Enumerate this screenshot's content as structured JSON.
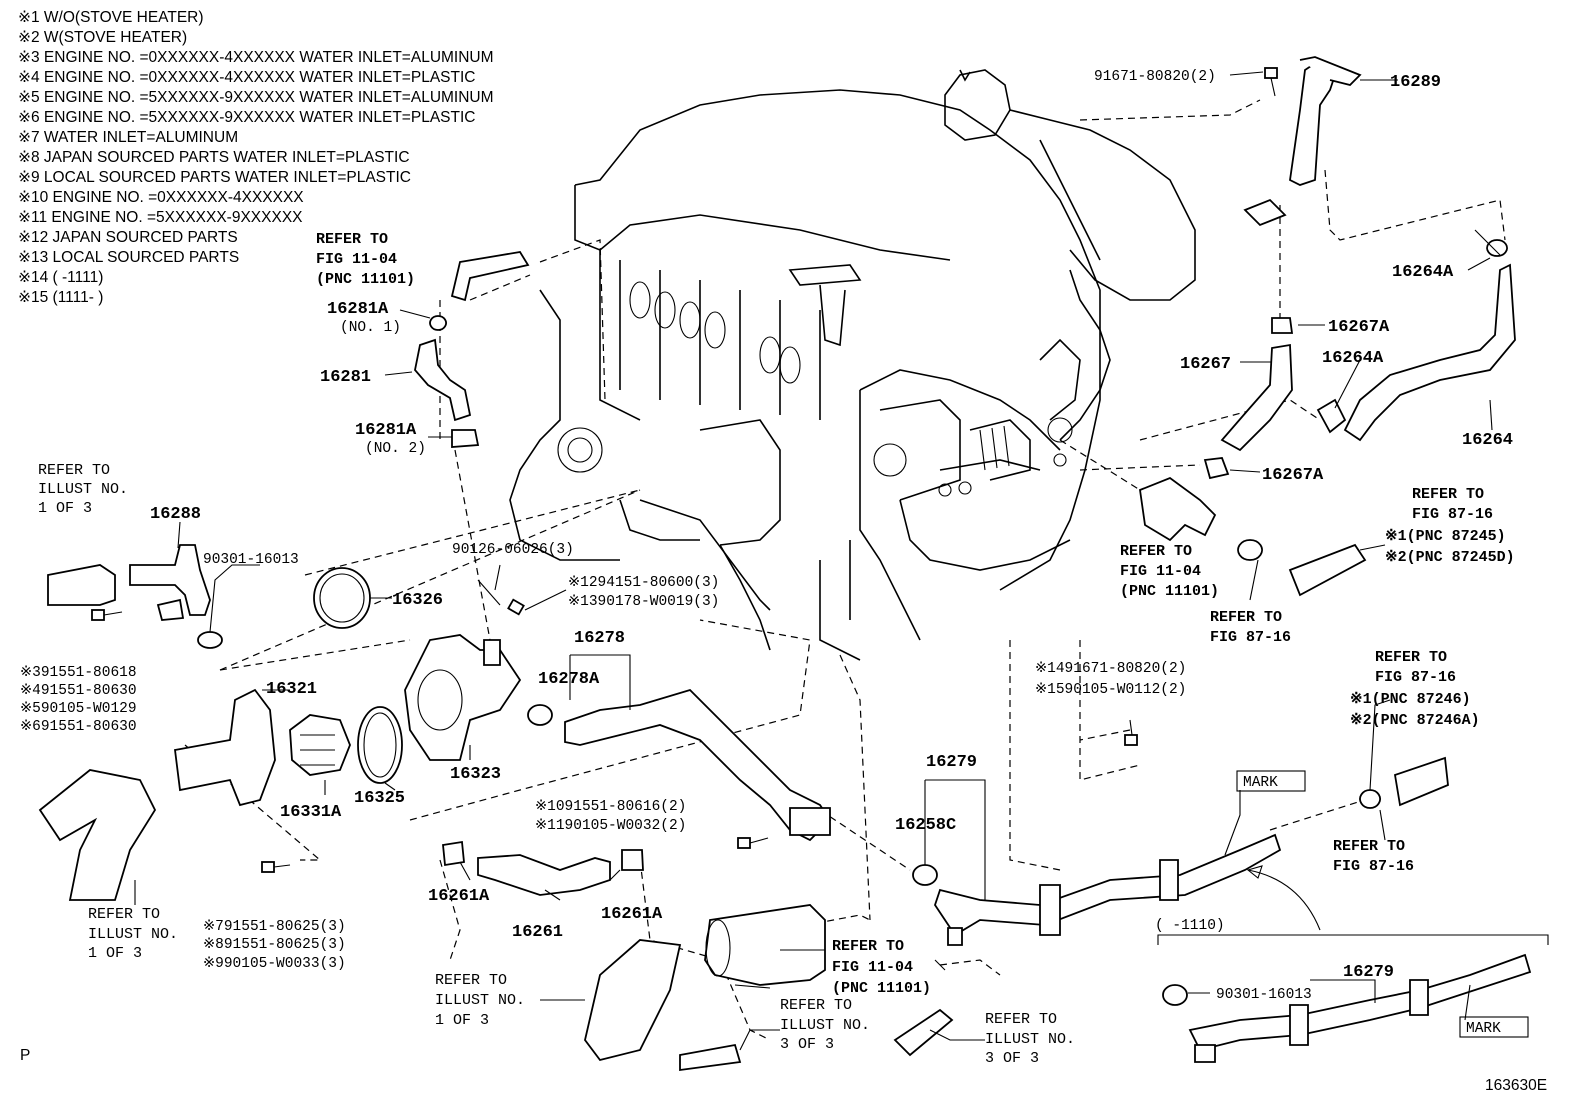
{
  "notes": [
    "※1 W/O(STOVE HEATER)",
    "※2 W(STOVE HEATER)",
    "※3 ENGINE NO. =0XXXXXX-4XXXXXX WATER INLET=ALUMINUM",
    "※4 ENGINE NO. =0XXXXXX-4XXXXXX WATER INLET=PLASTIC",
    "※5 ENGINE NO. =5XXXXXX-9XXXXXX WATER INLET=ALUMINUM",
    "※6 ENGINE NO. =5XXXXXX-9XXXXXX WATER INLET=PLASTIC",
    "※7 WATER INLET=ALUMINUM",
    "※8 JAPAN SOURCED PARTS WATER INLET=PLASTIC",
    "※9 LOCAL SOURCED PARTS WATER INLET=PLASTIC",
    "※10 ENGINE NO. =0XXXXXX-4XXXXXX",
    "※11 ENGINE NO. =5XXXXXX-9XXXXXX",
    "※12 JAPAN SOURCED PARTS",
    "※13 LOCAL SOURCED PARTS",
    "※14 (        -1111)",
    "※15 (1111-        )"
  ],
  "parts": {
    "p16289": "16289",
    "bolt_91671_top": "91671-80820(2)",
    "p16264A_top": "16264A",
    "p16267A_top": "16267A",
    "p16267": "16267",
    "p16264A_mid": "16264A",
    "p16264": "16264",
    "p16267A_bot": "16267A",
    "p16281A_1": "16281A",
    "p16281A_1_sub": "(NO. 1)",
    "p16281": "16281",
    "p16281A_2": "16281A",
    "p16281A_2_sub": "(NO. 2)",
    "p16288": "16288",
    "p90301_left": "90301-16013",
    "p16326": "16326",
    "p90126": "90126-06026(3)",
    "p_note12": "※1294151-80600(3)",
    "p_note13": "※1390178-W0019(3)",
    "p16278": "16278",
    "p16278A": "16278A",
    "p_note3": "※391551-80618",
    "p_note4": "※491551-80630",
    "p_note5": "※590105-W0129",
    "p_note6": "※691551-80630",
    "p16321": "16321",
    "p16331A": "16331A",
    "p16325": "16325",
    "p16323": "16323",
    "p_note10": "※1091551-80616(2)",
    "p_note11": "※1190105-W0032(2)",
    "p16261A_left": "16261A",
    "p16261": "16261",
    "p16261A_right": "16261A",
    "p_note7": "※791551-80625(3)",
    "p_note8": "※891551-80625(3)",
    "p_note9": "※990105-W0033(3)",
    "p_note14": "※1491671-80820(2)",
    "p_note15": "※1590105-W0112(2)",
    "p16279": "16279",
    "p16258C": "16258C",
    "p16279_inset": "16279",
    "p90301_inset": "90301-16013",
    "mark_1": "MARK",
    "mark_2": "MARK",
    "inset_range": "(        -1110)"
  },
  "refs": {
    "fig1104_top": [
      "REFER TO",
      "FIG 11-04",
      "(PNC 11101)"
    ],
    "illust_left": [
      "REFER TO",
      "ILLUST NO.",
      "1 OF 3"
    ],
    "fig1104_mid": [
      "REFER TO",
      "FIG 11-04",
      "(PNC 11101)"
    ],
    "fig8716_right": [
      "REFER TO",
      "FIG 87-16",
      "※1(PNC 87245)",
      "※2(PNC 87245D)"
    ],
    "fig8716_mid": [
      "REFER TO",
      "FIG 87-16"
    ],
    "fig8716_right2": [
      "REFER TO",
      "FIG 87-16",
      "※1(PNC 87246)",
      "※2(PNC 87246A)"
    ],
    "fig8716_low": [
      "REFER TO",
      "FIG 87-16"
    ],
    "illust_bl": [
      "REFER TO",
      "ILLUST NO.",
      "1 OF 3"
    ],
    "illust_bm": [
      "REFER TO",
      "ILLUST NO.",
      "1 OF 3"
    ],
    "fig1104_bot": [
      "REFER TO",
      "FIG 11-04",
      "(PNC 11101)"
    ],
    "illust_3a": [
      "REFER TO",
      "ILLUST NO.",
      "3 OF 3"
    ],
    "illust_3b": [
      "REFER TO",
      "ILLUST NO.",
      "3 OF 3"
    ]
  },
  "footer": {
    "page_letter": "P",
    "figure_id": "163630E"
  }
}
